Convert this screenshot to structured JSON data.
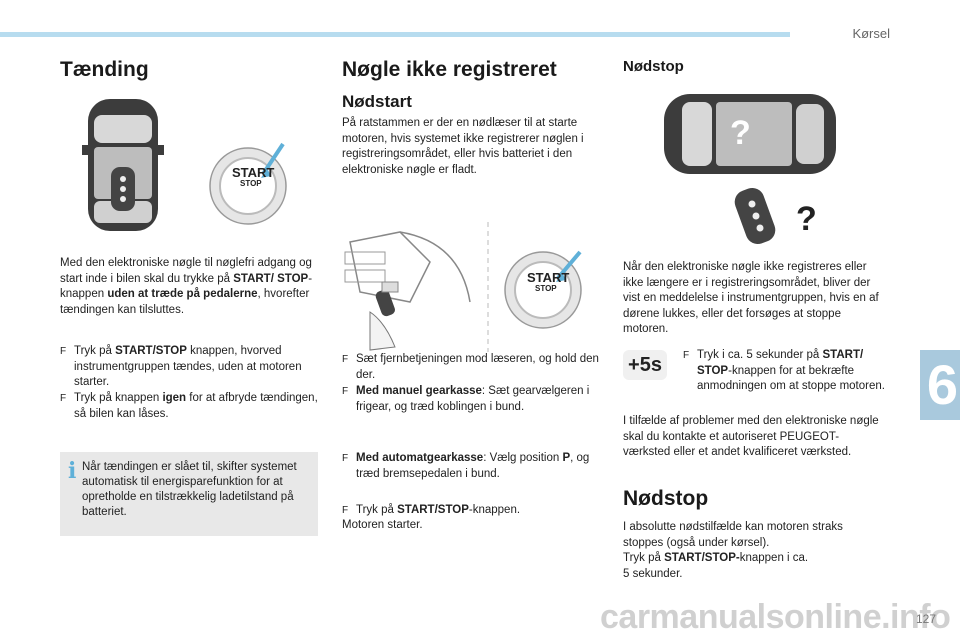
{
  "header": {
    "section": "Kørsel",
    "chapter": "6",
    "page": "127"
  },
  "watermark": "carmanualsonline.info",
  "col1": {
    "title": "Tænding",
    "button_label_big": "START",
    "button_label_small": "STOP",
    "para1_a": "Med den elektroniske nøgle til nøglefri adgang og start inde i bilen skal du trykke på ",
    "para1_b": "START/ STOP",
    "para1_c": "-knappen ",
    "para1_d": "uden at træde på pedalerne",
    "para1_e": ", hvorefter tændingen kan tilsluttes.",
    "bullet1_a": "Tryk på ",
    "bullet1_b": "START/STOP",
    "bullet1_c": " knappen, hvorved instrumentgruppen tændes, uden at motoren starter.",
    "bullet2_a": "Tryk på knappen ",
    "bullet2_b": "igen",
    "bullet2_c": " for at afbryde tændingen, så bilen kan låses.",
    "info": "Når tændingen er slået til, skifter systemet automatisk til energisparefunktion for at opretholde en tilstrækkelig ladetilstand på batteriet."
  },
  "col2": {
    "title": "Nøgle ikke registreret",
    "subtitle": "Nødstart",
    "para": "På ratstammen er der en nødlæser til at starte motoren, hvis systemet ikke registrerer nøglen i registreringsområdet, eller hvis batteriet i den elektroniske nøgle er fladt.",
    "button_label_big": "START",
    "button_label_small": "STOP",
    "bullet1": "Sæt fjernbetjeningen mod læseren, og hold den der.",
    "bullet2_a": "Med manuel gearkasse",
    "bullet2_b": ": Sæt gearvælgeren i frigear, og træd koblingen i bund.",
    "bullet3_a": "Med automatgearkasse",
    "bullet3_b": ": Vælg position ",
    "bullet3_c": "P",
    "bullet3_d": ", og træd bremsepedalen i bund.",
    "bullet4_a": "Tryk på ",
    "bullet4_b": "START/STOP",
    "bullet4_c": "-knappen.",
    "after": "Motoren starter."
  },
  "col3": {
    "title": "Nødstop",
    "question": "?",
    "para1": "Når den elektroniske nøgle ikke registreres eller ikke længere er i registreringsområdet, bliver der vist en meddelelse i instrumentgruppen, hvis en af dørene lukkes, eller det forsøges at stoppe motoren.",
    "badge": "+5s",
    "bullet1_a": "Tryk i ca. 5 sekunder på ",
    "bullet1_b": "START/ STOP",
    "bullet1_c": "-knappen for at bekræfte anmodningen om at stoppe motoren.",
    "para2": "I tilfælde af problemer med den elektroniske nøgle skal du kontakte et autoriseret PEUGEOT-værksted eller et andet kvalificeret værksted.",
    "title2": "Nødstop",
    "para3_a": "I absolutte nødstilfælde kan motoren straks stoppes (også under kørsel).",
    "para3_b": "Tryk på ",
    "para3_c": "START/STOP-",
    "para3_d": "knappen i ca.",
    "para3_e": "5 sekunder."
  }
}
